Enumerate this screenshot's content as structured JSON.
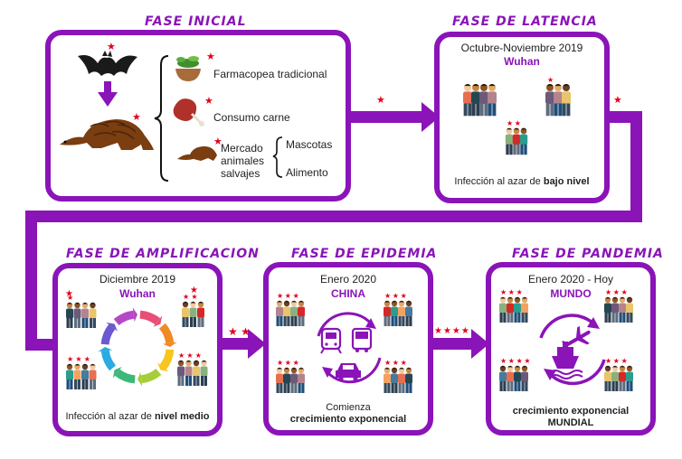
{
  "phases": {
    "inicial": {
      "title": "FASE  INICIAL",
      "items": [
        "Farmacopea tradicional",
        "Consumo carne",
        "Mercado animales salvajes"
      ],
      "market_sub": [
        "Mascotas",
        "Alimento"
      ]
    },
    "latencia": {
      "title": "FASE  DE  LATENCIA",
      "date": "Octubre-Noviembre 2019",
      "place": "Wuhan",
      "caption_prefix": "Infección al azar de ",
      "caption_bold": "bajo nivel"
    },
    "amplificacion": {
      "title": "FASE DE AMPLIFICACION",
      "date": "Diciembre 2019",
      "place": "Wuhan",
      "caption_prefix": "Infección al azar de ",
      "caption_bold": "nivel medio"
    },
    "epidemia": {
      "title": "FASE DE EPIDEMIA",
      "date": "Enero 2020",
      "place": "CHINA",
      "caption_line1": "Comienza",
      "caption_line2": "crecimiento exponencial"
    },
    "pandemia": {
      "title": "FASE DE PANDEMIA",
      "date": "Enero 2020 - Hoy",
      "place": "MUNDO",
      "caption_line1": "crecimiento exponencial",
      "caption_line2": "MUNDIAL"
    }
  },
  "connectors": {
    "inicial_to_latencia": "★",
    "latencia_to_amplificacion": "★",
    "amplificacion_to_epidemia": "★ ★",
    "epidemia_to_pandemia": "★★★★"
  },
  "colors": {
    "frame": "#8a14b8",
    "star": "#e3001b"
  },
  "icons": [
    "bat-icon",
    "pangolin-icon",
    "herbs-icon",
    "meat-icon",
    "people-icon",
    "train-icon",
    "bus-icon",
    "car-icon",
    "airplane-icon",
    "ship-icon",
    "cycle-arrows-icon"
  ]
}
